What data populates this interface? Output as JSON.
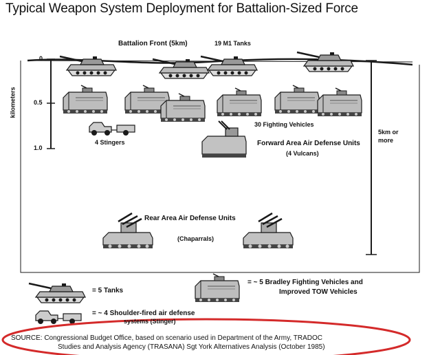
{
  "title": "Typical Weapon System Deployment for Battalion-Sized Force",
  "diagram": {
    "battalion_front": "Battalion Front (5km)",
    "tanks_label": "19 M1 Tanks",
    "fighting_vehicles_label": "30 Fighting Vehicles",
    "stingers_label": "4 Stingers",
    "forward_ad_label": "Forward Area Air Defense Units",
    "forward_ad_sub": "(4 Vulcans)",
    "rear_ad_label": "Rear Area Air Defense Units",
    "rear_ad_sub": "(Chaparrals)",
    "depth_label_1": "5km or",
    "depth_label_2": "more",
    "axis": {
      "title": "kilometers",
      "ticks": [
        "0",
        "0.5",
        "1.0"
      ]
    }
  },
  "legend": {
    "tank": "= 5 Tanks",
    "bradley_1": "= ~ 5 Bradley Fighting Vehicles and",
    "bradley_2": "Improved TOW Vehicles",
    "stinger_1": "= ~ 4 Shoulder-fired air defense",
    "stinger_2": "systems (Stinger)"
  },
  "source": {
    "line1": "SOURCE:   Congressional Budget Office, based on scenario used in Department of the Army, TRADOC",
    "line2": "Studies and Analysis Agency (TRASANA) Sgt York Alternatives Analysis (October 1985)"
  },
  "colors": {
    "ink": "#1a1a1a",
    "highlight": "#d42a2a"
  }
}
